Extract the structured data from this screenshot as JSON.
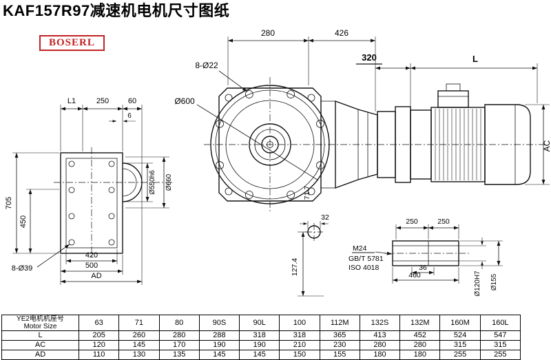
{
  "title": "KAF157R97减速机电机尺寸图纸",
  "logo": "BOSERL",
  "drawing": {
    "flange": {
      "dim_280": "280",
      "dim_426": "426",
      "bolt": "8-Ø22",
      "dia": "Ø600",
      "angle": "71.7"
    },
    "motor": {
      "dim_320": "320",
      "dim_L": "L",
      "dim_AC": "AC"
    },
    "housing": {
      "dim_L1": "L1",
      "dim_250": "250",
      "dim_60": "60",
      "dim_6": "6",
      "dim_705": "705",
      "dim_450": "450",
      "dia_550": "Ø550h6",
      "dia_660": "Ø660",
      "dim_420": "420",
      "dim_500": "500",
      "dim_AD": "AD",
      "bolt": "8-Ø39"
    },
    "section": {
      "dim_32": "32",
      "dim_127": "127.4"
    },
    "shaft": {
      "dim_250a": "250",
      "dim_250b": "250",
      "thread": "M24",
      "std1": "GB/T 5781",
      "std2": "ISO 4018",
      "dim_36": "36",
      "dim_460": "460",
      "dia_120": "Ø120H7",
      "dia_155": "Ø155"
    }
  },
  "table": {
    "header_cn": "YE2电机机座号",
    "header_en": "Motor Size",
    "columns": [
      "63",
      "71",
      "80",
      "90S",
      "90L",
      "100",
      "112M",
      "132S",
      "132M",
      "160M",
      "160L"
    ],
    "rows": [
      {
        "label": "L",
        "values": [
          "205",
          "260",
          "280",
          "288",
          "318",
          "318",
          "365",
          "413",
          "452",
          "524",
          "547"
        ]
      },
      {
        "label": "AC",
        "values": [
          "120",
          "145",
          "170",
          "190",
          "190",
          "210",
          "230",
          "280",
          "280",
          "315",
          "315"
        ]
      },
      {
        "label": "AD",
        "values": [
          "110",
          "130",
          "135",
          "145",
          "145",
          "150",
          "155",
          "180",
          "180",
          "255",
          "255"
        ]
      }
    ]
  }
}
